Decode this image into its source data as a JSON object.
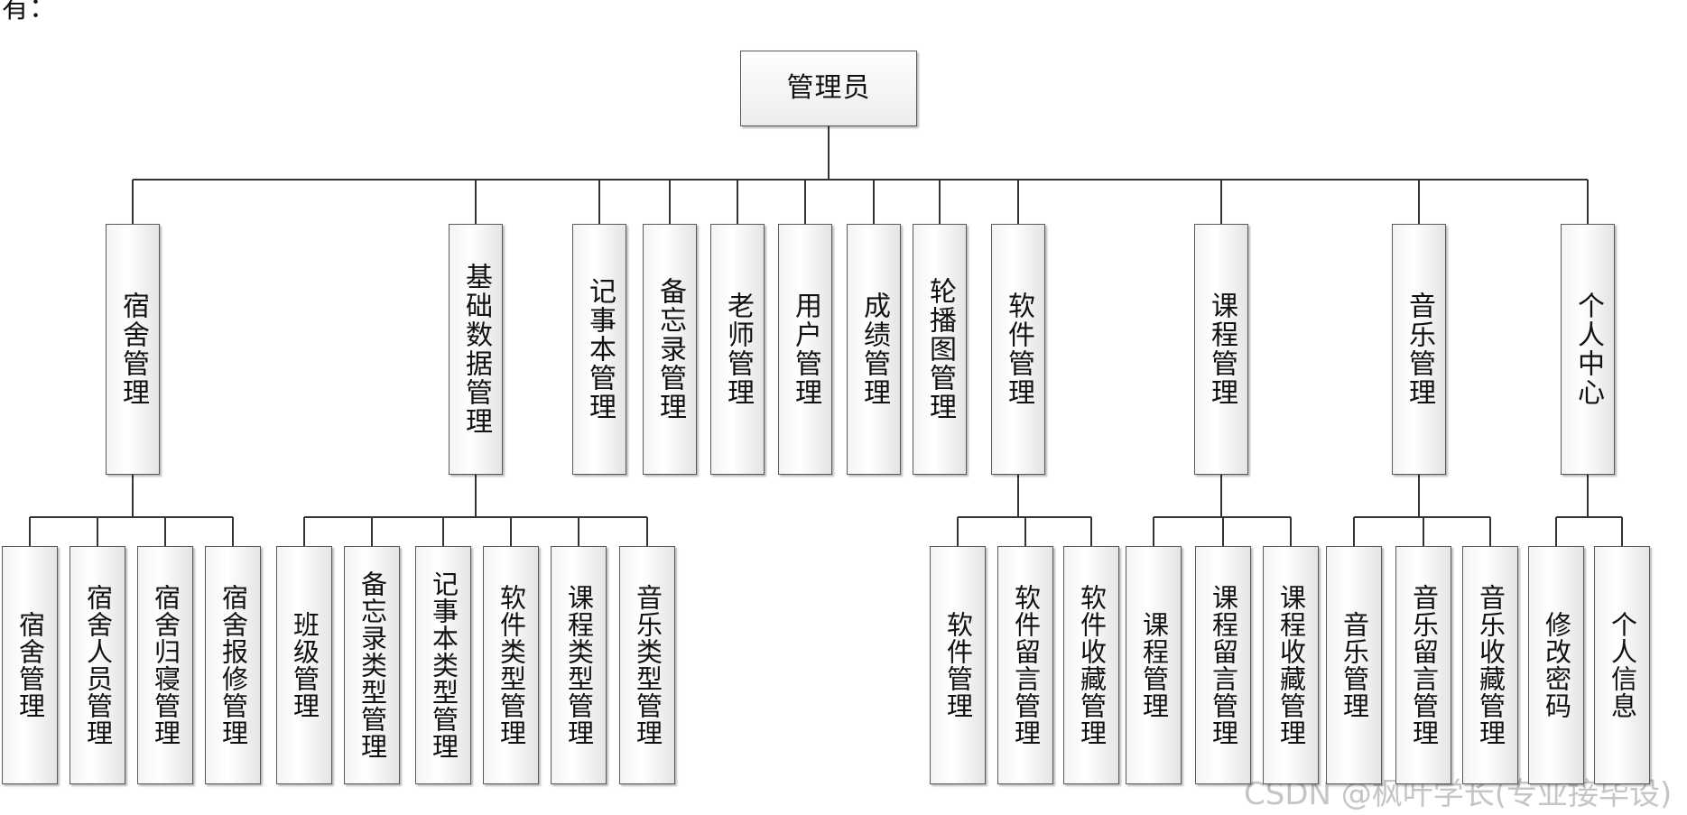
{
  "root": "管理员",
  "modules": [
    {
      "id": "dorm",
      "label": "宿舍管理",
      "children": [
        {
          "id": "dorm-manage",
          "label": "宿舍管理"
        },
        {
          "id": "dorm-person",
          "label": "宿舍人员管理"
        },
        {
          "id": "dorm-return",
          "label": "宿舍归寝管理"
        },
        {
          "id": "dorm-repair",
          "label": "宿舍报修管理"
        }
      ]
    },
    {
      "id": "basic",
      "label": "基础数据管理",
      "children": [
        {
          "id": "class",
          "label": "班级管理"
        },
        {
          "id": "memo-type",
          "label": "备忘录类型管理"
        },
        {
          "id": "notebook-type",
          "label": "记事本类型管理"
        },
        {
          "id": "software-type",
          "label": "软件类型管理"
        },
        {
          "id": "course-type",
          "label": "课程类型管理"
        },
        {
          "id": "music-type",
          "label": "音乐类型管理"
        }
      ]
    },
    {
      "id": "notebook",
      "label": "记事本管理",
      "children": []
    },
    {
      "id": "memo",
      "label": "备忘录管理",
      "children": []
    },
    {
      "id": "teacher",
      "label": "老师管理",
      "children": []
    },
    {
      "id": "user",
      "label": "用户管理",
      "children": []
    },
    {
      "id": "score",
      "label": "成绩管理",
      "children": []
    },
    {
      "id": "carousel",
      "label": "轮播图管理",
      "children": []
    },
    {
      "id": "software",
      "label": "软件管理",
      "children": [
        {
          "id": "software-manage",
          "label": "软件管理"
        },
        {
          "id": "software-comment",
          "label": "软件留言管理"
        },
        {
          "id": "software-fav",
          "label": "软件收藏管理"
        }
      ]
    },
    {
      "id": "course",
      "label": "课程管理",
      "children": [
        {
          "id": "course-manage",
          "label": "课程管理"
        },
        {
          "id": "course-comment",
          "label": "课程留言管理"
        },
        {
          "id": "course-fav",
          "label": "课程收藏管理"
        }
      ]
    },
    {
      "id": "music",
      "label": "音乐管理",
      "children": [
        {
          "id": "music-manage",
          "label": "音乐管理"
        },
        {
          "id": "music-comment",
          "label": "音乐留言管理"
        },
        {
          "id": "music-fav",
          "label": "音乐收藏管理"
        }
      ]
    },
    {
      "id": "personal",
      "label": "个人中心",
      "children": [
        {
          "id": "change-password",
          "label": "修改密码"
        },
        {
          "id": "personal-info",
          "label": "个人信息"
        }
      ]
    }
  ],
  "watermark": "CSDN @枫叶学长(专业接毕设)",
  "corner_text": "有："
}
